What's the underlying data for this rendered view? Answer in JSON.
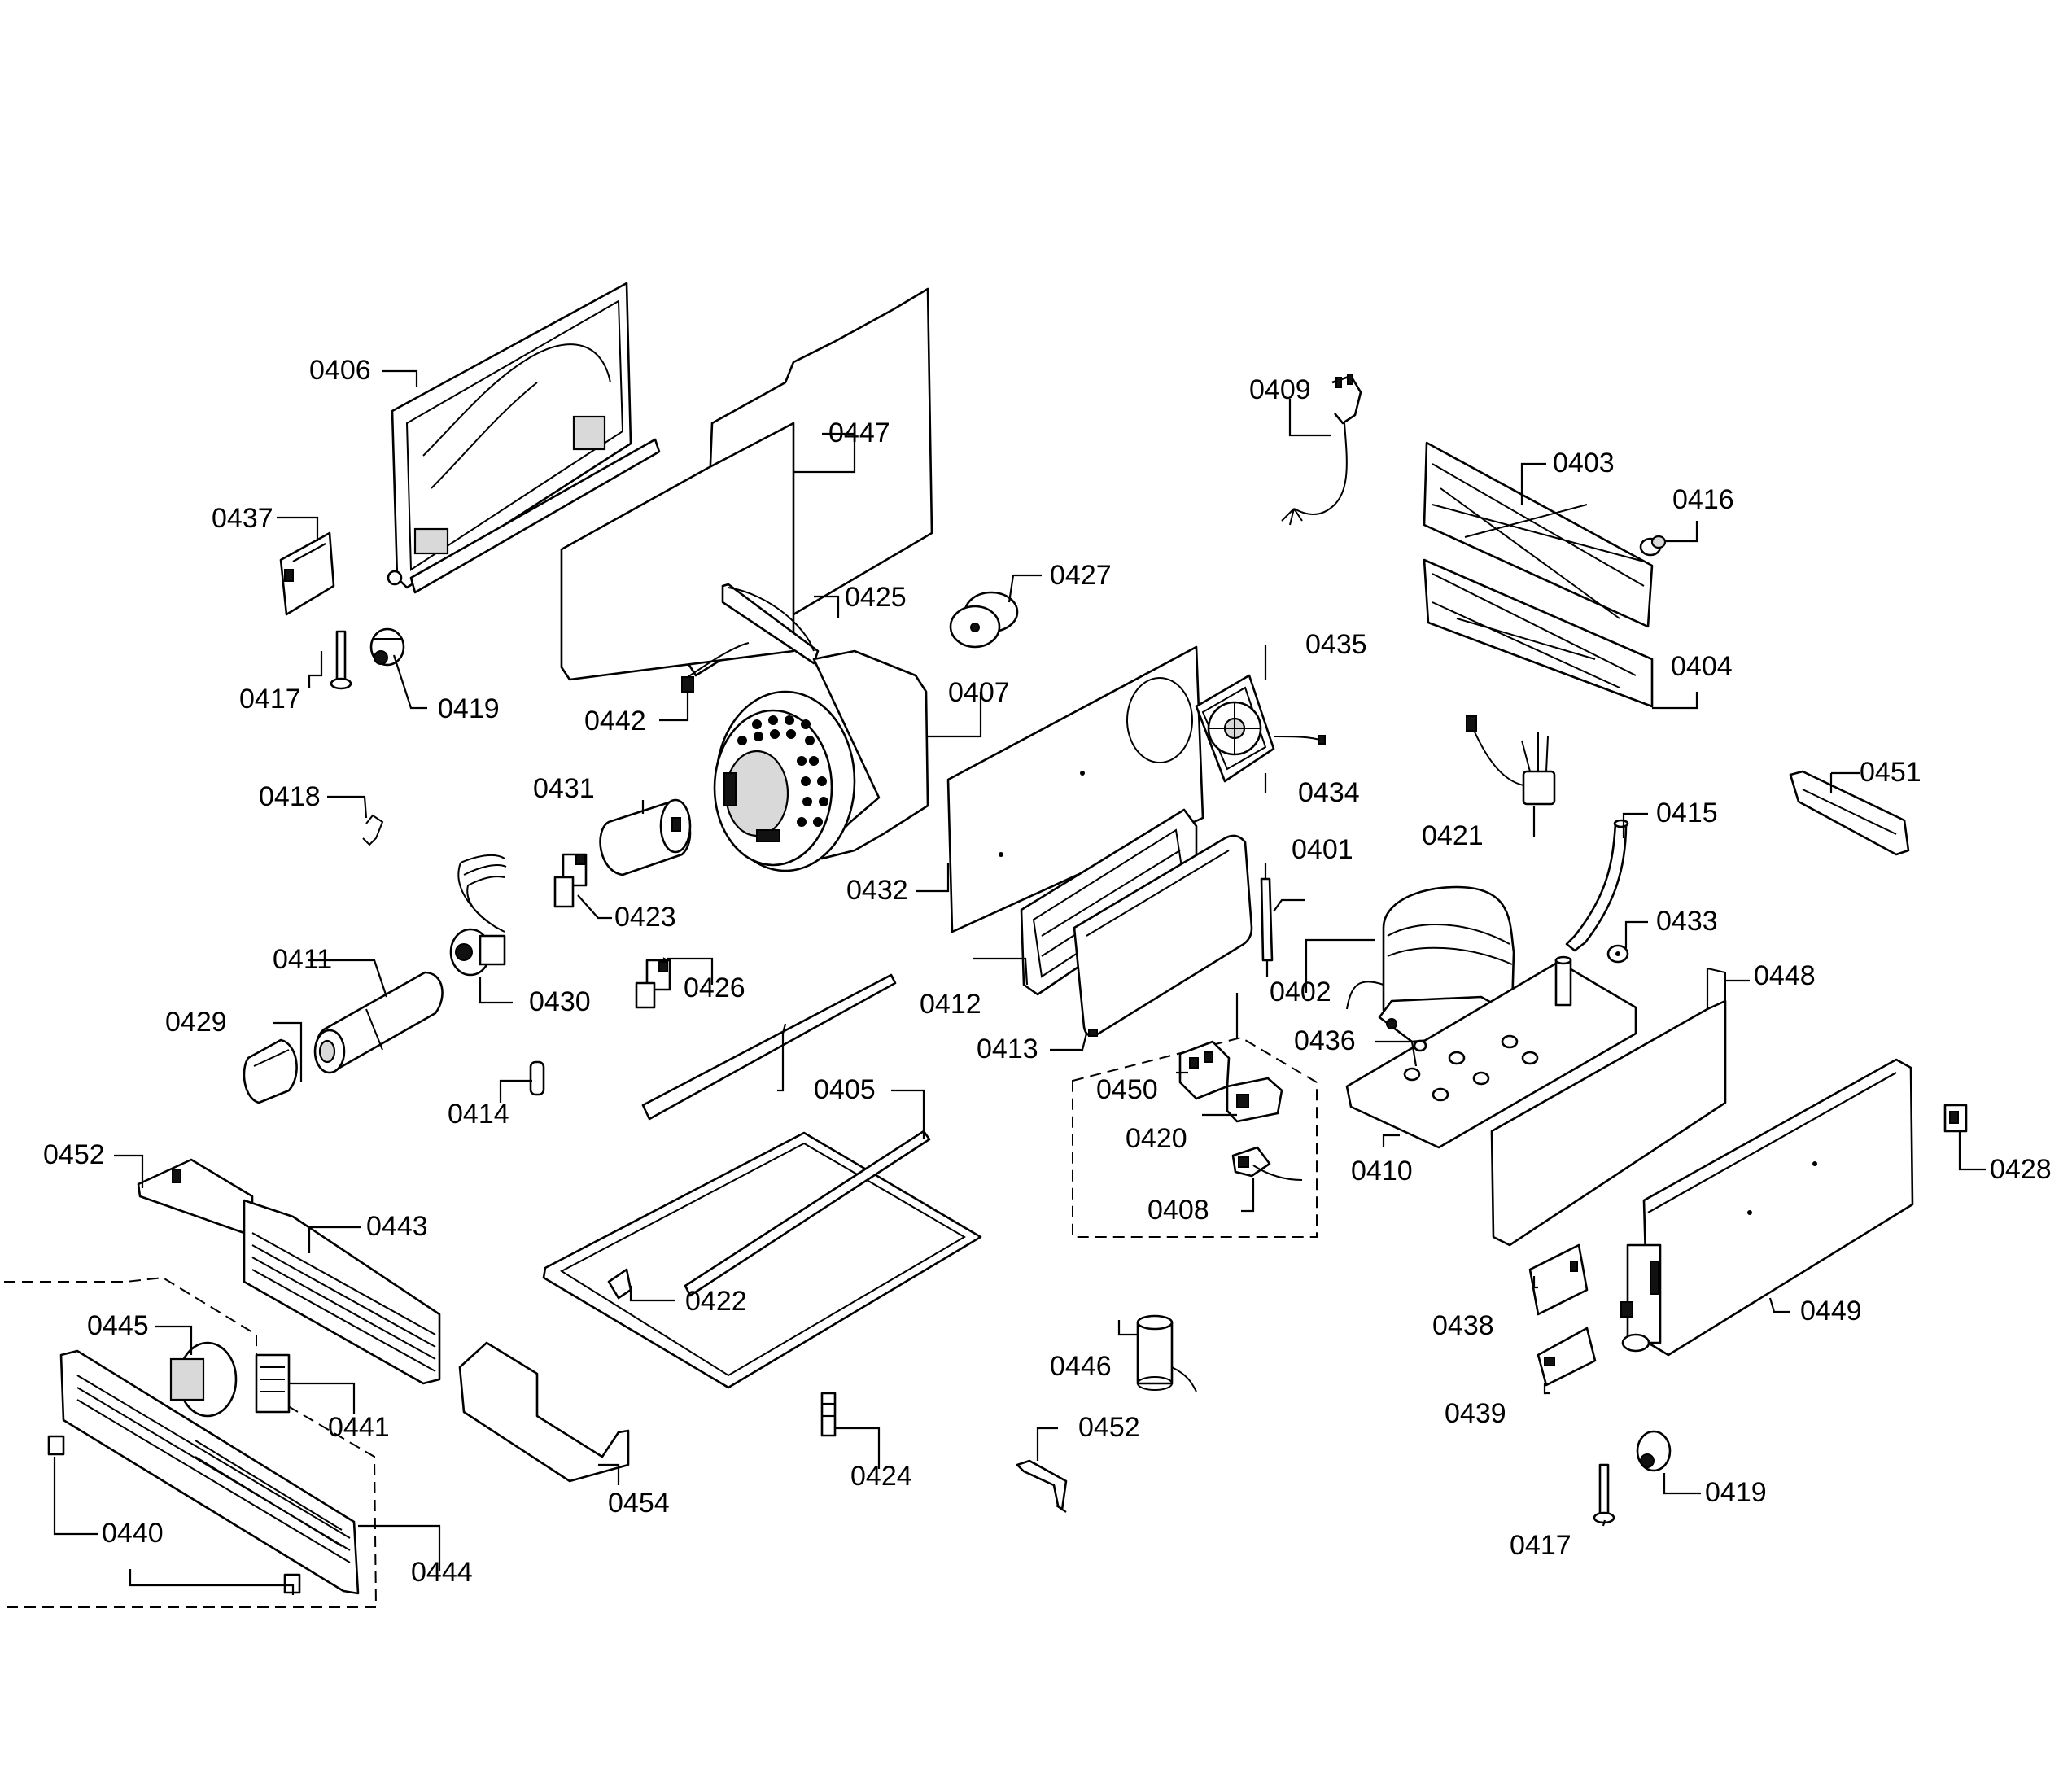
{
  "diagram": {
    "labels": {
      "p0401": "0401",
      "p0402": "0402",
      "p0403": "0403",
      "p0404": "0404",
      "p0405": "0405",
      "p0406": "0406",
      "p0407": "0407",
      "p0408": "0408",
      "p0409": "0409",
      "p0410": "0410",
      "p0411": "0411",
      "p0412": "0412",
      "p0413": "0413",
      "p0414": "0414",
      "p0415": "0415",
      "p0416": "0416",
      "p0417": "0417",
      "p0418": "0418",
      "p0419": "0419",
      "p0420": "0420",
      "p0421": "0421",
      "p0422": "0422",
      "p0423": "0423",
      "p0424": "0424",
      "p0425": "0425",
      "p0426": "0426",
      "p0427": "0427",
      "p0428": "0428",
      "p0429": "0429",
      "p0430": "0430",
      "p0431": "0431",
      "p0432": "0432",
      "p0433": "0433",
      "p0434": "0434",
      "p0435": "0435",
      "p0436": "0436",
      "p0437": "0437",
      "p0438": "0438",
      "p0439": "0439",
      "p0440": "0440",
      "p0441": "0441",
      "p0442": "0442",
      "p0443": "0443",
      "p0444": "0444",
      "p0445": "0445",
      "p0446": "0446",
      "p0447": "0447",
      "p0448": "0448",
      "p0449": "0449",
      "p0450": "0450",
      "p0451": "0451",
      "p0452": "0452",
      "p0454": "0454"
    }
  }
}
